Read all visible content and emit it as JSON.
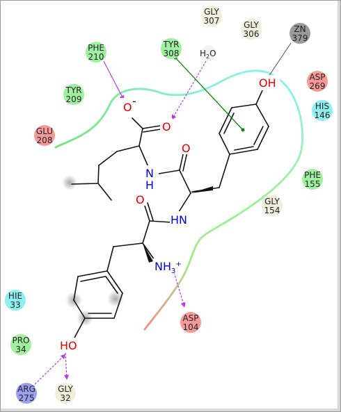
{
  "ligand": {
    "atoms": {
      "carboxylate_o": "O",
      "carboxylate_o_charge": "-",
      "carbonyl_o1": "O",
      "carbonyl_o2": "O",
      "carbonyl_o3": "O",
      "amide_n1": "N",
      "amide_n1_h": "H",
      "amide_n2": "N",
      "amide_n2_h": "H",
      "ammonium": "NH",
      "ammonium_sub": "3",
      "ammonium_charge": "+",
      "hydroxyl_top": "OH",
      "hydroxyl_bottom": "HO"
    }
  },
  "water": {
    "main": "H",
    "sub": "2",
    "tail": "O"
  },
  "residues": [
    {
      "id": "gly307",
      "line1": "GLY",
      "line2": "307",
      "color": "#efefdc"
    },
    {
      "id": "gly306",
      "line1": "GLY",
      "line2": "306",
      "color": "#efefdc"
    },
    {
      "id": "zn379",
      "line1": "ZN",
      "line2": "379",
      "color": "#9a9a9a"
    },
    {
      "id": "phe210",
      "line1": "PHE",
      "line2": "210",
      "color": "#9ff09f"
    },
    {
      "id": "tyr308",
      "line1": "TYR",
      "line2": "308",
      "color": "#9ff09f"
    },
    {
      "id": "asp269",
      "line1": "ASP",
      "line2": "269",
      "color": "#f79a9a"
    },
    {
      "id": "tyr209",
      "line1": "TYR",
      "line2": "209",
      "color": "#9ff09f"
    },
    {
      "id": "his146",
      "line1": "HIS",
      "line2": "146",
      "color": "#8fefef"
    },
    {
      "id": "glu208",
      "line1": "GLU",
      "line2": "208",
      "color": "#f79a9a"
    },
    {
      "id": "phe155",
      "line1": "PHE",
      "line2": "155",
      "color": "#9ff09f"
    },
    {
      "id": "gly154",
      "line1": "GLY",
      "line2": "154",
      "color": "#efefdc"
    },
    {
      "id": "hie33",
      "line1": "HIE",
      "line2": "33",
      "color": "#8fefef"
    },
    {
      "id": "asp104",
      "line1": "ASP",
      "line2": "104",
      "color": "#f79a9a"
    },
    {
      "id": "pro34",
      "line1": "PRO",
      "line2": "34",
      "color": "#9ff09f"
    },
    {
      "id": "arg275",
      "line1": "ARG",
      "line2": "275",
      "color": "#9aa0f0"
    },
    {
      "id": "gly32",
      "line1": "GLY",
      "line2": "32",
      "color": "#efefdc"
    }
  ],
  "colors": {
    "oxygen": "#e00000",
    "nitrogen": "#0000d0",
    "hbond": "#b040e0",
    "pi_stack": "#108010",
    "metal": "#555555"
  }
}
